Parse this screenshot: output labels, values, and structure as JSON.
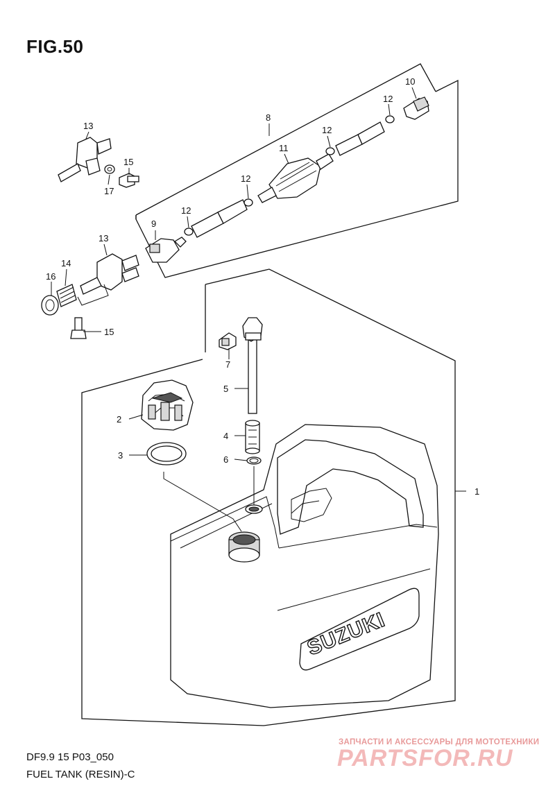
{
  "figure": {
    "title": "FIG.50"
  },
  "footer": {
    "model": "DF9.9 15 P03_050",
    "caption": "FUEL TANK (RESIN)-C"
  },
  "callouts": [
    {
      "id": "c1",
      "label": "1"
    },
    {
      "id": "c2",
      "label": "2"
    },
    {
      "id": "c3",
      "label": "3"
    },
    {
      "id": "c4",
      "label": "4"
    },
    {
      "id": "c5",
      "label": "5"
    },
    {
      "id": "c6",
      "label": "6"
    },
    {
      "id": "c7",
      "label": "7"
    },
    {
      "id": "c8",
      "label": "8"
    },
    {
      "id": "c9",
      "label": "9"
    },
    {
      "id": "c10",
      "label": "10"
    },
    {
      "id": "c11",
      "label": "11"
    },
    {
      "id": "c12a",
      "label": "12"
    },
    {
      "id": "c12b",
      "label": "12"
    },
    {
      "id": "c12c",
      "label": "12"
    },
    {
      "id": "c12d",
      "label": "12"
    },
    {
      "id": "c13a",
      "label": "13"
    },
    {
      "id": "c13b",
      "label": "13"
    },
    {
      "id": "c14",
      "label": "14"
    },
    {
      "id": "c15a",
      "label": "15"
    },
    {
      "id": "c15b",
      "label": "15"
    },
    {
      "id": "c16",
      "label": "16"
    },
    {
      "id": "c17",
      "label": "17"
    }
  ],
  "tank": {
    "brand": "SUZUKI"
  },
  "watermark": {
    "tagline": "ЗАПЧАСТИ И АКСЕССУАРЫ ДЛЯ МОТОТЕХНИКИ",
    "site": "PARTSFOR.RU"
  }
}
